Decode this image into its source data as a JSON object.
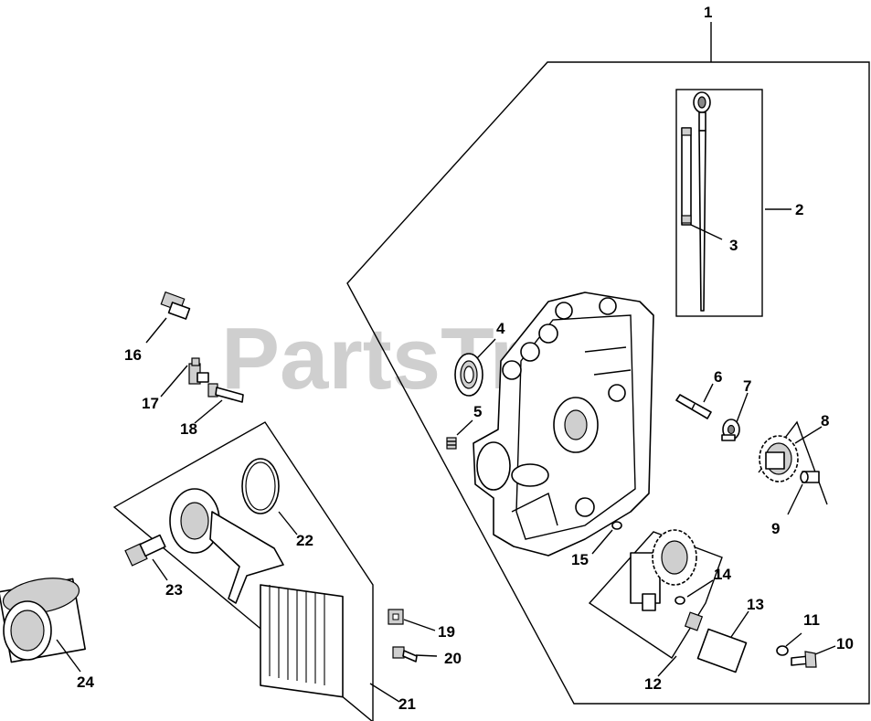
{
  "watermark": "PartsTree",
  "callouts": [
    {
      "id": "1",
      "label": "1"
    },
    {
      "id": "2",
      "label": "2"
    },
    {
      "id": "3",
      "label": "3"
    },
    {
      "id": "4",
      "label": "4"
    },
    {
      "id": "5",
      "label": "5"
    },
    {
      "id": "6",
      "label": "6"
    },
    {
      "id": "7",
      "label": "7"
    },
    {
      "id": "8",
      "label": "8"
    },
    {
      "id": "9",
      "label": "9"
    },
    {
      "id": "10",
      "label": "10"
    },
    {
      "id": "11",
      "label": "11"
    },
    {
      "id": "12",
      "label": "12"
    },
    {
      "id": "13",
      "label": "13"
    },
    {
      "id": "14",
      "label": "14"
    },
    {
      "id": "15",
      "label": "15"
    },
    {
      "id": "16",
      "label": "16"
    },
    {
      "id": "17",
      "label": "17"
    },
    {
      "id": "18",
      "label": "18"
    },
    {
      "id": "19",
      "label": "19"
    },
    {
      "id": "20",
      "label": "20"
    },
    {
      "id": "21",
      "label": "21"
    },
    {
      "id": "22",
      "label": "22"
    },
    {
      "id": "23",
      "label": "23"
    },
    {
      "id": "24",
      "label": "24"
    }
  ]
}
